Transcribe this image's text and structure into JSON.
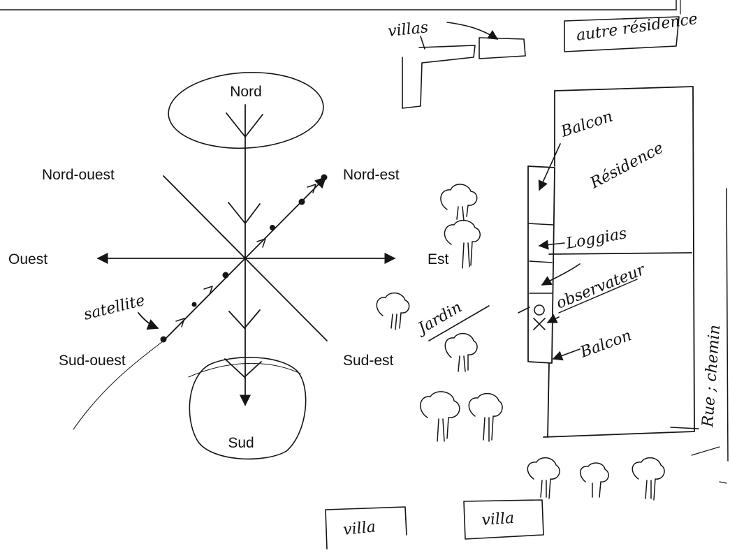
{
  "compass": {
    "north": "Nord",
    "northeast": "Nord-est",
    "east": "Est",
    "southeast": "Sud-est",
    "south": "Sud",
    "southwest": "Sud-ouest",
    "west": "Ouest",
    "northwest": "Nord-ouest"
  },
  "sketch": {
    "satellite": "satellite",
    "villas": "villas",
    "other_residence": "autre résidence",
    "residence": "Résidence",
    "balcony_top": "Balcon",
    "loggias": "Loggias",
    "observer": "observateur",
    "garden": "Jardin",
    "balcony_bottom": "Balcon",
    "street": "Rue ; chemin",
    "villa_left": "villa",
    "villa_right": "villa"
  },
  "colors": {
    "ink": "#161616",
    "paper": "#ffffff"
  }
}
